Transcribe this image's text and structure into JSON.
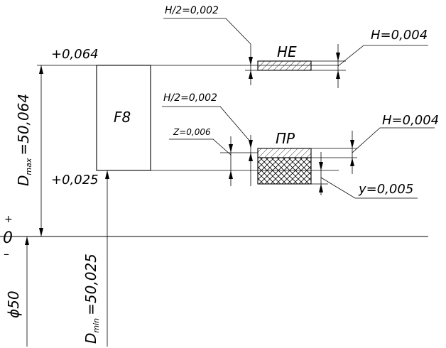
{
  "diagram": {
    "upper_deviation": "+0,064",
    "lower_deviation": "+0,025",
    "hole_field": "F8",
    "d_max_main": "D",
    "d_max_sub": "max",
    "d_max_value": "=50,064",
    "d_min_main": "D",
    "d_min_sub": "min",
    "d_min_value": "=50,025",
    "zero_line": "0",
    "plus": "+",
    "minus": "–",
    "nominal": "ϕ50",
    "ne_label": "НЕ",
    "pr_label": "ПР",
    "ne_h2": "H/2=0,002",
    "ne_h": "H=0,004",
    "pr_h2": "H/2=0,002",
    "pr_h": "H=0,004",
    "pr_z": "Z=0,006",
    "pr_y": "y=0,005"
  }
}
